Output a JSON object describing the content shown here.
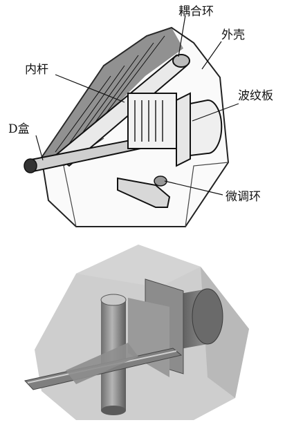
{
  "labels": {
    "coupling_ring": "耦合环",
    "housing": "外壳",
    "inner_rod": "内杆",
    "bellows_plate": "波纹板",
    "d_box": "D盒",
    "tuning_ring": "微调环"
  },
  "colors": {
    "sketch_ink": "#222222",
    "render_shell": "#c6c6c6",
    "render_part": "#7f7f7f",
    "render_dark": "#4a4a4a"
  }
}
